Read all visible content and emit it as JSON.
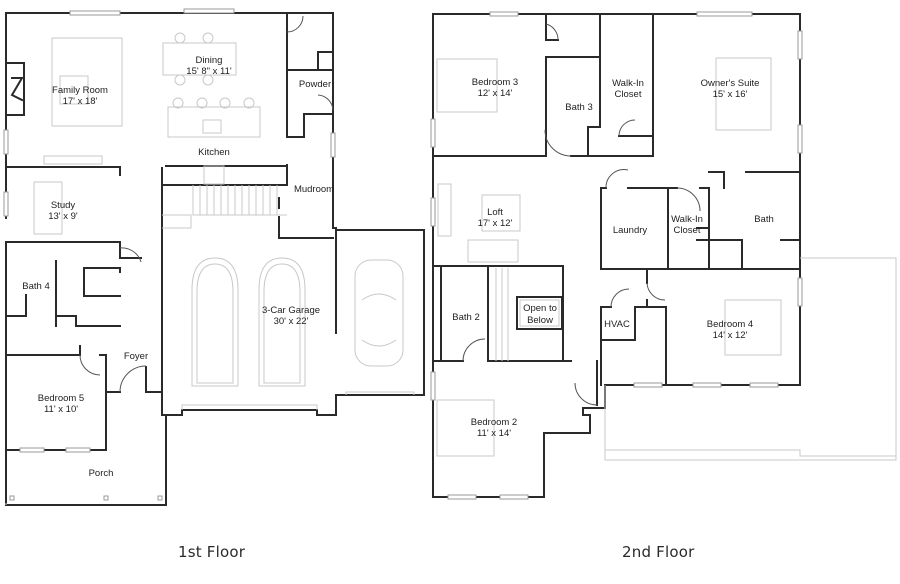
{
  "floors": [
    {
      "label": "1st Floor",
      "rooms": [
        {
          "name": "Family Room",
          "size": "17' x 18'"
        },
        {
          "name": "Dining",
          "size": "15' 8\" x 11'"
        },
        {
          "name": "Powder",
          "size": ""
        },
        {
          "name": "Kitchen",
          "size": ""
        },
        {
          "name": "Mudroom",
          "size": ""
        },
        {
          "name": "Study",
          "size": "13' x 9'"
        },
        {
          "name": "Bath 4",
          "size": ""
        },
        {
          "name": "3-Car Garage",
          "size": "30' x 22'"
        },
        {
          "name": "Foyer",
          "size": ""
        },
        {
          "name": "Bedroom 5",
          "size": "11' x 10'"
        },
        {
          "name": "Porch",
          "size": ""
        }
      ]
    },
    {
      "label": "2nd  Floor",
      "rooms": [
        {
          "name": "Bedroom 3",
          "size": "12' x 14'"
        },
        {
          "name": "Bath 3",
          "size": ""
        },
        {
          "name": "Walk-In",
          "size": "Closet"
        },
        {
          "name": "Owner's Suite",
          "size": "15' x 16'"
        },
        {
          "name": "Loft",
          "size": "17' x 12'"
        },
        {
          "name": "Laundry",
          "size": ""
        },
        {
          "name": "Walk-In",
          "size": "Closet"
        },
        {
          "name": "Bath",
          "size": ""
        },
        {
          "name": "Bath 2",
          "size": ""
        },
        {
          "name": "Open to",
          "size": "Below"
        },
        {
          "name": "HVAC",
          "size": ""
        },
        {
          "name": "Bedroom 4",
          "size": "14' x 12'"
        },
        {
          "name": "Bedroom 2",
          "size": "11' x 14'"
        }
      ]
    }
  ],
  "colors": {
    "wall": "#2a2a2a",
    "furniture": "#c8c8c8",
    "background": "#ffffff"
  }
}
